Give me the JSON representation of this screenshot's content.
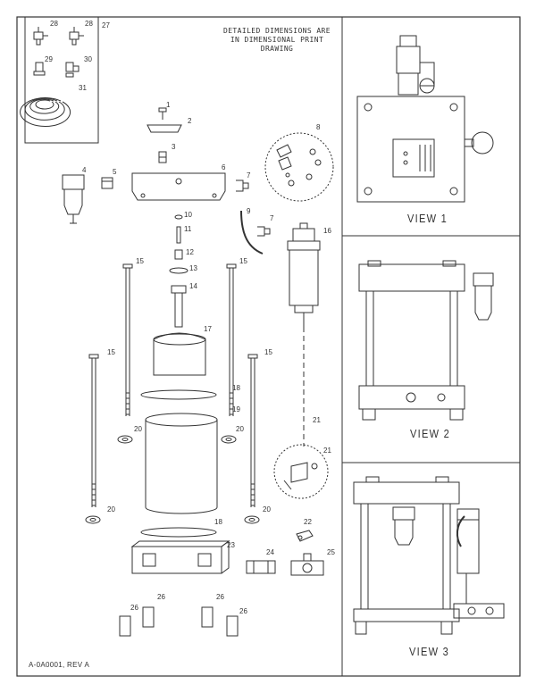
{
  "notes": {
    "dimensions_line1": "DETAILED DIMENSIONS ARE",
    "dimensions_line2": "IN DIMENSIONAL PRINT",
    "dimensions_line3": "DRAWING"
  },
  "views": {
    "view1": "VIEW 1",
    "view2": "VIEW 2",
    "view3": "VIEW 3"
  },
  "document_id": "A-0A0001, REV A",
  "callouts": {
    "c1": "1",
    "c2": "2",
    "c3": "3",
    "c4": "4",
    "c5": "5",
    "c6": "6",
    "c7a": "7",
    "c7b": "7",
    "c8": "8",
    "c9": "9",
    "c10": "10",
    "c11": "11",
    "c12": "12",
    "c13": "13",
    "c14": "14",
    "c15a": "15",
    "c15b": "15",
    "c15c": "15",
    "c15d": "15",
    "c16": "16",
    "c17": "17",
    "c18a": "18",
    "c18b": "18",
    "c19": "19",
    "c20a": "20",
    "c20b": "20",
    "c20c": "20",
    "c20d": "20",
    "c21a": "21",
    "c21b": "21",
    "c22": "22",
    "c23": "23",
    "c24": "24",
    "c25": "25",
    "c26a": "26",
    "c26b": "26",
    "c26c": "26",
    "c26d": "26",
    "c27": "27",
    "c28a": "28",
    "c28b": "28",
    "c29": "29",
    "c30": "30",
    "c31": "31"
  }
}
